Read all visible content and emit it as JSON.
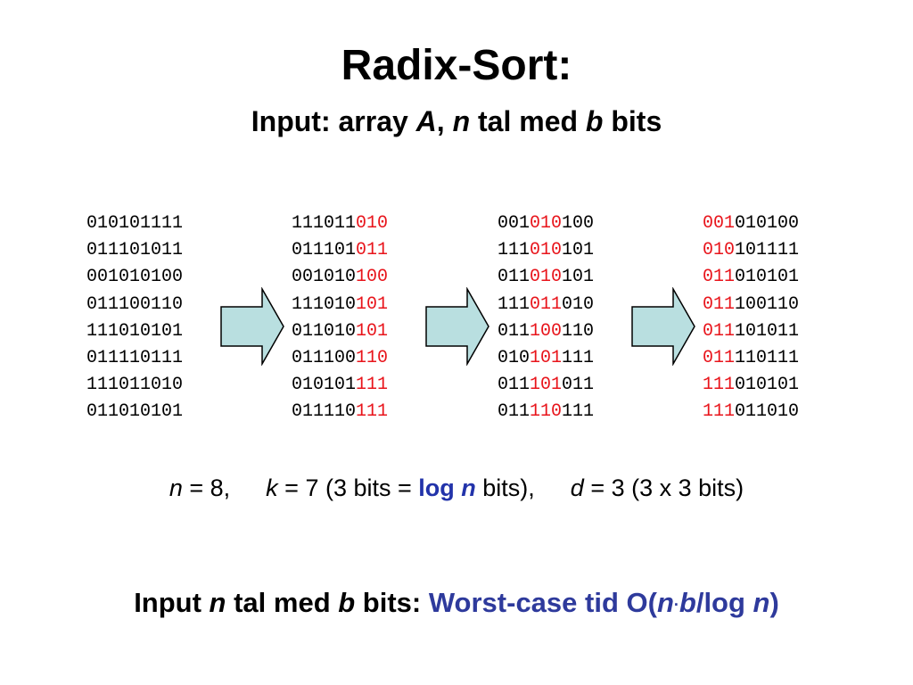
{
  "title": "Radix-Sort:",
  "subtitle": {
    "prefix": "Input: array ",
    "A": "A",
    "comma": ", ",
    "n": "n",
    "mid": " tal med ",
    "b": "b",
    "suffix": " bits"
  },
  "columns": [
    {
      "highlight": "none",
      "rows": [
        "010101111",
        "011101011",
        "001010100",
        "011100110",
        "111010101",
        "011110111",
        "111011010",
        "011010101"
      ]
    },
    {
      "highlight": "low",
      "rows": [
        "111011010",
        "011101011",
        "001010100",
        "111010101",
        "011010101",
        "011100110",
        "010101111",
        "011110111"
      ]
    },
    {
      "highlight": "mid",
      "rows": [
        "001010100",
        "111010101",
        "011010101",
        "111011010",
        "011100110",
        "010101111",
        "011101011",
        "011110111"
      ]
    },
    {
      "highlight": "high",
      "rows": [
        "001010100",
        "010101111",
        "011010101",
        "011100110",
        "011101011",
        "011110111",
        "111010101",
        "111011010"
      ]
    }
  ],
  "arrow_color": "#b9dfe0",
  "highlight_color": "#e8141b",
  "params": {
    "n_var": "n",
    "n_val": " = 8,",
    "k_var": "k",
    "k_val": " = 7 (3 bits = ",
    "log": "log ",
    "log_n": "n",
    "k_tail": " bits),",
    "d_var": "d",
    "d_val": " = 3 (3 x 3 bits)"
  },
  "summary": {
    "lead": "Input ",
    "n": "n",
    "mid": " tal med ",
    "b": "b",
    "bits": " bits",
    "colon": ":  ",
    "wc": "Worst-case tid O(",
    "wc_n": "n",
    "dot": "·",
    "wc_b": "b",
    "wc_log": "/log ",
    "wc_n2": "n",
    "close": ")"
  }
}
